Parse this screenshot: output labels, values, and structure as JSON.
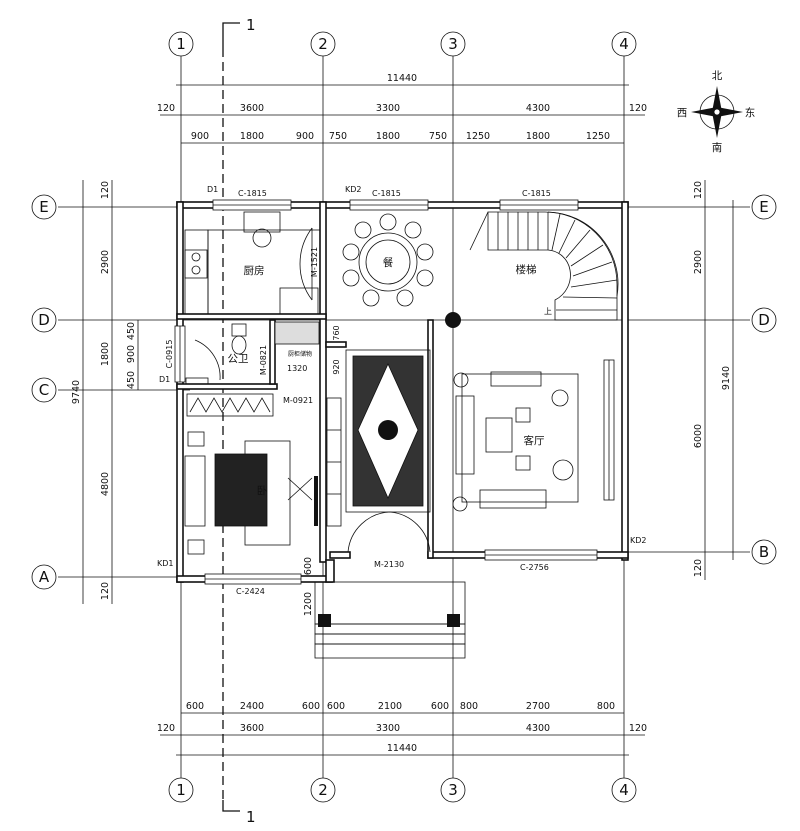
{
  "section": {
    "mark": "1"
  },
  "grid_axes": {
    "vertical": [
      "1",
      "2",
      "3",
      "4"
    ],
    "horizontal": [
      "E",
      "D",
      "C",
      "B",
      "A"
    ]
  },
  "compass": {
    "north": "北",
    "east": "东",
    "south": "南",
    "west": "西"
  },
  "dimensions": {
    "top_overall": "11440",
    "top_wall_left": "120",
    "top_wall_right": "120",
    "top_bays": [
      "3600",
      "3300",
      "4300"
    ],
    "top_detail": [
      "900",
      "1800",
      "900",
      "750",
      "1800",
      "750",
      "1250",
      "1800",
      "1250"
    ],
    "bottom_overall": "11440",
    "bottom_wall_left": "120",
    "bottom_wall_right": "120",
    "bottom_bays": [
      "3600",
      "3300",
      "4300"
    ],
    "bottom_detail": [
      "600",
      "2400",
      "600",
      "600",
      "2100",
      "600",
      "800",
      "2700",
      "800"
    ],
    "left_overall": "9740",
    "left_bays": [
      "120",
      "2900",
      "1800",
      "4800",
      "120"
    ],
    "left_window": [
      "450",
      "900",
      "450"
    ],
    "right_overall": "9140",
    "right_bays": [
      "120",
      "2900",
      "6000",
      "120"
    ],
    "porch": [
      "600",
      "1200"
    ],
    "interior_920": "920",
    "interior_760": "760"
  },
  "rooms": {
    "kitchen": "厨房",
    "dining": "餐",
    "stairs": "楼梯",
    "up": "上",
    "bathroom": "公卫",
    "living": "客厅",
    "bedroom": "卧"
  },
  "openings": {
    "d1_top": "D1",
    "kd2_top": "KD2",
    "c1815_a": "C-1815",
    "c1815_b": "C-1815",
    "c1815_c": "C-1815",
    "m1521": "M-1521",
    "c0915": "C-0915",
    "m0821": "M-0821",
    "cabinet": "厨柜储物",
    "w1320": "1320",
    "d1_mid": "D1",
    "m0921": "M-0921",
    "kd1": "KD1",
    "kd2_right": "KD2",
    "m2130": "M-2130",
    "c2756": "C-2756",
    "c2424": "C-2424"
  }
}
